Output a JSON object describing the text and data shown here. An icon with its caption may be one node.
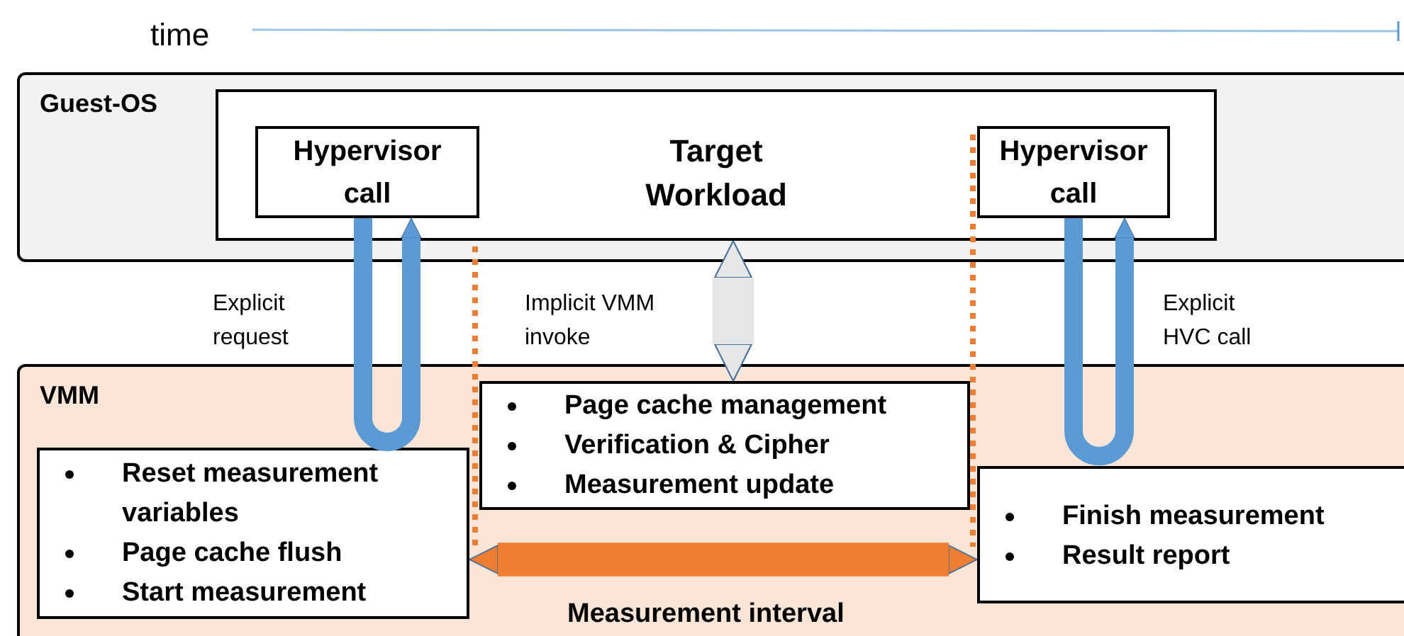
{
  "diagram": {
    "nodes": [
      {
        "text": [
          "Guest-OS"
        ]
      },
      {
        "text": [
          "Target Workload"
        ],
        "in": 0
      },
      {
        "text": [
          "Hypervisor call"
        ],
        "in": 1
      },
      {
        "text": [
          "Hypervisor call"
        ],
        "in": 1
      },
      {
        "text": [
          "VMM"
        ]
      },
      {
        "text": [
          "Reset measurement variables",
          "Page cache flush",
          "Start measurement"
        ],
        "in": 4
      },
      {
        "text": [
          "Page cache management",
          "Verification & Cipher",
          "Measurement update"
        ],
        "in": 4
      },
      {
        "text": [
          "Finish measurement",
          "Result report"
        ],
        "in": 4
      }
    ],
    "edges": [
      {
        "from": 2,
        "to": 2,
        "arrow": "to",
        "label": "Explicit request"
      },
      {
        "from": 1,
        "to": 6,
        "arrow": "both",
        "label": "Implicit VMM invoke",
        "style": "thick",
        "color": "#e7e6e6"
      },
      {
        "from": 3,
        "to": 3,
        "arrow": "to",
        "label": "Explicit HVC call"
      },
      {
        "from": 5,
        "to": 7,
        "arrow": "both",
        "label": "Measurement interval",
        "style": "thick",
        "color": "#ed7d31"
      }
    ],
    "labels": [
      "time"
    ]
  }
}
